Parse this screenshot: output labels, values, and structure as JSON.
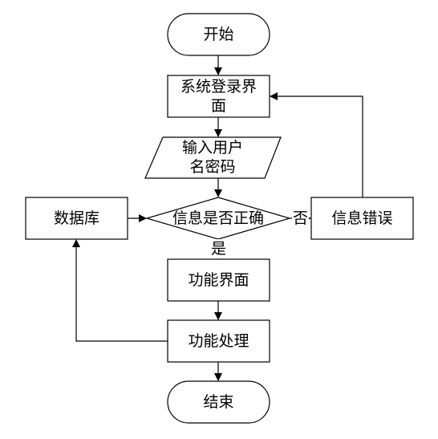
{
  "flowchart": {
    "start": "开始",
    "login_line1": "系统登录界",
    "login_line2": "面",
    "input_line1": "输入用户",
    "input_line2": "名密码",
    "decision": "信息是否正确",
    "database": "数据库",
    "error": "信息错误",
    "yes_label": "是",
    "no_label": "否",
    "function_ui": "功能界面",
    "function_proc": "功能处理",
    "end": "结束"
  }
}
